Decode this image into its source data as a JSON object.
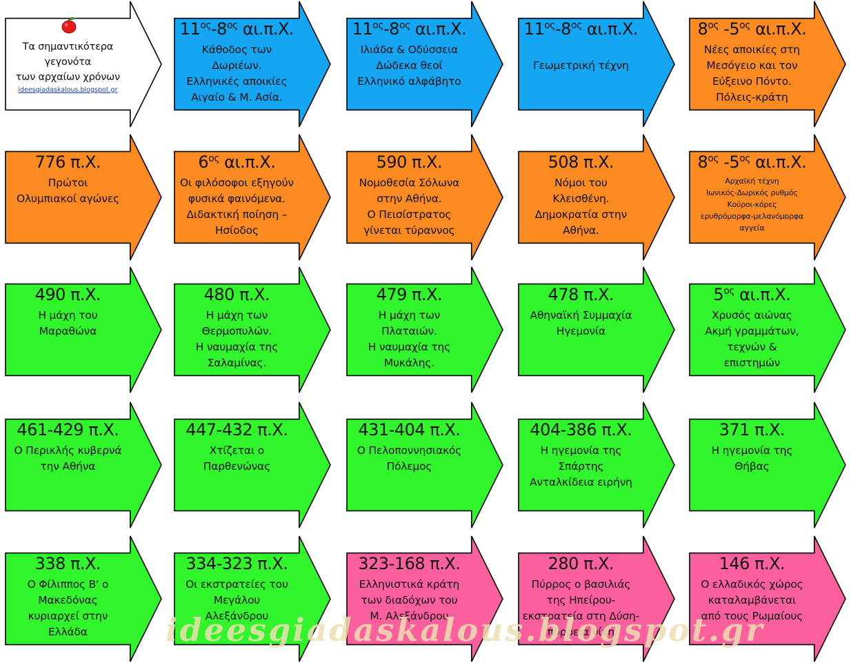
{
  "colors": {
    "blue": "#14a6f3",
    "orange": "#fb8a20",
    "green": "#2ff52a",
    "pink": "#fb5f9e",
    "white": "#ffffff",
    "outline": "#000000"
  },
  "header": {
    "lines": [
      "Τα σημαντικότερα",
      "γεγονότα",
      "των αρχαίων χρόνων"
    ],
    "link": "ideesgiadaskalous.blogspot.gr"
  },
  "watermark": "ideesgiadaskalous.blogspot.gr",
  "rows": [
    [
      {
        "date": "11<sup>ος</sup>-8<sup>ος</sup> αι.π.Χ.",
        "color": "blue",
        "lines": [
          "Κάθοδος των",
          "Δωριέων.",
          "Ελληνικές αποικίες",
          "Αιγαίο & Μ. Ασία."
        ]
      },
      {
        "date": "11<sup>ος</sup>-8<sup>ος</sup> αι.π.Χ.",
        "color": "blue",
        "lines": [
          "Ιλιάδα & Οδύσσεια",
          "Δώδεκα θεοί",
          "Ελληνικό αλφάβητο"
        ]
      },
      {
        "date": "11<sup>ος</sup>-8<sup>ος</sup> αι.π.Χ.",
        "color": "blue",
        "lines": [
          "",
          "Γεωμετρική τέχνη"
        ]
      },
      {
        "date": "8<sup>ος</sup> -5<sup>ος</sup> αι.π.Χ.",
        "color": "orange",
        "lines": [
          "Νέες αποικίες στη",
          "Μεσόγειο και τον",
          "Εύξεινο Πόντο.",
          "Πόλεις-κράτη"
        ]
      }
    ],
    [
      {
        "date": "776 π.Χ.",
        "color": "orange",
        "lines": [
          "Πρώτοι",
          "Ολυμπιακοί αγώνες"
        ]
      },
      {
        "date": "6<sup>ος</sup> αι.π.Χ.",
        "color": "orange",
        "lines": [
          "Οι φιλόσοφοι εξηγούν",
          "φυσικά φαινόμενα.",
          "Διδακτική ποίηση –",
          "Ησίοδος"
        ]
      },
      {
        "date": "590 π.Χ.",
        "color": "orange",
        "lines": [
          "Νομοθεσία Σόλωνα",
          "στην Αθήνα.",
          "Ο Πεισίστρατος",
          "γίνεται τύραννος"
        ]
      },
      {
        "date": "508 π.Χ.",
        "color": "orange",
        "lines": [
          "Νόμοι του",
          "Κλεισθένη.",
          "Δημοκρατία στην",
          "Αθήνα."
        ]
      },
      {
        "date": "8<sup>ος</sup> -5<sup>ος</sup> αι.π.Χ.",
        "color": "orange",
        "small": true,
        "lines": [
          "Αρχαϊκή τέχνη",
          "Ιωνικός-Δωρικός ρυθμός",
          "Κούροι-κόρες",
          "ερυθρόμορφα-μελανόμορφα",
          "αγγεία"
        ]
      }
    ],
    [
      {
        "date": "490 π.Χ.",
        "color": "green",
        "lines": [
          "Η μάχη του",
          "Μαραθώνα"
        ]
      },
      {
        "date": "480 π.Χ.",
        "color": "green",
        "lines": [
          "Η μάχη των",
          "Θερμοπυλών.",
          "Η ναυμαχία της",
          "Σαλαμίνας."
        ]
      },
      {
        "date": "479 π.Χ.",
        "color": "green",
        "lines": [
          "Η μάχη των",
          "Πλαταιών.",
          "Η ναυμαχία της",
          "Μυκάλης."
        ]
      },
      {
        "date": "478 π.Χ.",
        "color": "green",
        "lines": [
          "Αθηναϊκή Συμμαχία",
          "Ηγεμονία"
        ]
      },
      {
        "date": "5<sup>ος</sup> αι.π.Χ.",
        "color": "green",
        "lines": [
          "Χρυσός αιώνας",
          "Ακμή γραμμάτων,",
          "τεχνών &",
          "επιστημών"
        ]
      }
    ],
    [
      {
        "date": "461-429 π.Χ.",
        "color": "green",
        "lines": [
          "Ο Περικλής κυβερνά",
          "την Αθήνα"
        ]
      },
      {
        "date": "447-432 π.Χ.",
        "color": "green",
        "lines": [
          "Χτίζεται ο",
          "Παρθενώνας"
        ]
      },
      {
        "date": "431-404 π.Χ.",
        "color": "green",
        "lines": [
          "Ο Πελοποννησιακός",
          "Πόλεμος"
        ]
      },
      {
        "date": "404-386 π.Χ.",
        "color": "green",
        "lines": [
          "Η ηγεμονία της",
          "Σπάρτης",
          "Ανταλκίδεια ειρήνη"
        ]
      },
      {
        "date": "371 π.Χ.",
        "color": "green",
        "lines": [
          "Η ηγεμονία της",
          "Θήβας"
        ]
      }
    ],
    [
      {
        "date": "338 π.Χ.",
        "color": "green",
        "lines": [
          "Ο Φίλιππος Β' ο",
          "Μακεδόνας",
          "κυριαρχεί στην",
          "Ελλάδα"
        ]
      },
      {
        "date": "334-323 π.Χ.",
        "color": "green",
        "lines": [
          "Οι εκστρατείες του",
          "Μεγάλου",
          "Αλεξάνδρου"
        ]
      },
      {
        "date": "323-168 π.Χ.",
        "color": "pink",
        "lines": [
          "Ελληνιστικά κράτη",
          "των διαδόχων του",
          "Μ. Αλεξάνδρου"
        ]
      },
      {
        "date": "280 π.Χ.",
        "color": "pink",
        "lines": [
          "Πύρρος ο βασιλιάς",
          "της Ηπείρου-",
          "εκστρατεία στη Δύση-",
          "πύρρεια νίκη"
        ]
      },
      {
        "date": "146 π.Χ.",
        "color": "pink",
        "lines": [
          "Ο ελλαδικός χώρος",
          "καταλαμβάνεται",
          "από τους Ρωμαίους"
        ]
      }
    ]
  ]
}
